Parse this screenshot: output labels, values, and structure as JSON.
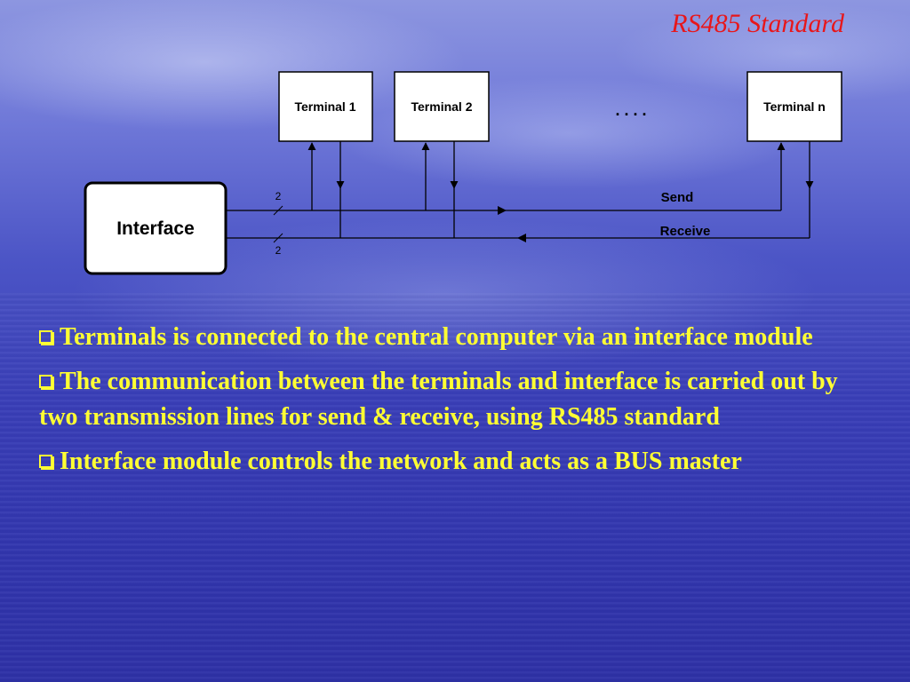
{
  "slide": {
    "title": "RS485 Standard"
  },
  "diagram": {
    "interface_label": "Interface",
    "terminals": [
      "Terminal 1",
      "Terminal 2",
      "Terminal n"
    ],
    "ellipsis": ". . . .",
    "send_label": "Send",
    "receive_label": "Receive",
    "send_wire_count": "2",
    "receive_wire_count": "2"
  },
  "bullets": [
    "Terminals is connected to the central computer via an interface module",
    "The communication between the terminals and interface is carried out by two transmission lines for send & receive, using RS485 standard",
    "Interface module controls the network and acts as a BUS master"
  ],
  "colors": {
    "title": "#e8161a",
    "bullet_text": "#ffff33"
  }
}
